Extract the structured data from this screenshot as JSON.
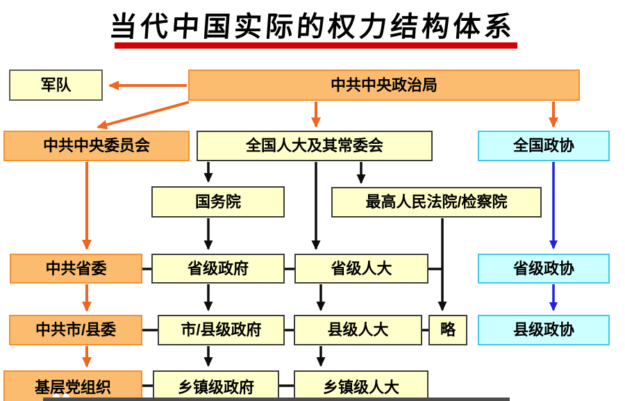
{
  "title": {
    "text": "当代中国实际的权力结构体系"
  },
  "colors": {
    "party_fill": "#FBBC70",
    "party_border": "#F2902E",
    "party_arrow": "#F1661F",
    "state_fill": "#FFFFCC",
    "state_border": "#3C3C3C",
    "army_border": "#5A5A5A",
    "state_arrow": "#0D0D0D",
    "cppcc_fill": "#CCFFFF",
    "cppcc_border": "#3FC8E8",
    "cppcc_arrow": "#2020DD",
    "title_underline": "#D40000",
    "bottom_bar": "#4D4D4D"
  },
  "nodes": {
    "jundui": {
      "label": "军队"
    },
    "zhengzhiju": {
      "label": "中共中央政治局"
    },
    "zhongweihui": {
      "label": "中共中央委员会"
    },
    "quanguo_renda": {
      "label": "全国人大及其常委会"
    },
    "quanguo_zhengxie": {
      "label": "全国政协"
    },
    "guowuyuan": {
      "label": "国务院"
    },
    "zuigao_fa_jian": {
      "label": "最高人民法院/检察院"
    },
    "shengwei": {
      "label": "中共省委"
    },
    "sheng_zhengfu": {
      "label": "省级政府"
    },
    "sheng_renda": {
      "label": "省级人大"
    },
    "sheng_zhengxie": {
      "label": "省级政协"
    },
    "shixianwei": {
      "label": "中共市/县委"
    },
    "shixian_zhengfu": {
      "label": "市/县级政府"
    },
    "xian_renda": {
      "label": "县级人大"
    },
    "lve": {
      "label": "略"
    },
    "xian_zhengxie": {
      "label": "县级政协"
    },
    "jiceng": {
      "label": "基层党组织"
    },
    "xiangzhen_zhengfu": {
      "label": "乡镇级政府"
    },
    "xiangzhen_renda": {
      "label": "乡镇级人大"
    }
  },
  "edges": [
    {
      "from": "zhengzhiju",
      "to": "jundui",
      "style": "party"
    },
    {
      "from": "zhengzhiju",
      "to": "zhongweihui",
      "style": "party"
    },
    {
      "from": "zhengzhiju",
      "to": "quanguo_renda",
      "style": "party"
    },
    {
      "from": "zhengzhiju",
      "to": "quanguo_zhengxie",
      "style": "party"
    },
    {
      "from": "zhongweihui",
      "to": "shengwei",
      "style": "party"
    },
    {
      "from": "shengwei",
      "to": "shixianwei",
      "style": "party"
    },
    {
      "from": "shixianwei",
      "to": "jiceng",
      "style": "party"
    },
    {
      "from": "quanguo_renda",
      "to": "guowuyuan",
      "style": "state"
    },
    {
      "from": "quanguo_renda",
      "to": "zuigao_fa_jian",
      "style": "state"
    },
    {
      "from": "quanguo_renda",
      "to": "sheng_renda",
      "style": "state"
    },
    {
      "from": "guowuyuan",
      "to": "sheng_zhengfu",
      "style": "state"
    },
    {
      "from": "zuigao_fa_jian",
      "to": "lve",
      "style": "state"
    },
    {
      "from": "sheng_zhengfu",
      "to": "shixian_zhengfu",
      "style": "state"
    },
    {
      "from": "sheng_renda",
      "to": "xian_renda",
      "style": "state"
    },
    {
      "from": "shixian_zhengfu",
      "to": "xiangzhen_zhengfu",
      "style": "state"
    },
    {
      "from": "xian_renda",
      "to": "xiangzhen_renda",
      "style": "state"
    },
    {
      "from": "quanguo_zhengxie",
      "to": "sheng_zhengxie",
      "style": "cppcc"
    },
    {
      "from": "sheng_zhengxie",
      "to": "xian_zhengxie",
      "style": "cppcc"
    }
  ],
  "ties": [
    [
      "shengwei",
      "sheng_zhengfu"
    ],
    [
      "sheng_zhengfu",
      "sheng_renda"
    ],
    [
      "sheng_renda",
      "lve_line"
    ],
    [
      "shixianwei",
      "shixian_zhengfu"
    ],
    [
      "shixian_zhengfu",
      "xian_renda"
    ],
    [
      "xian_renda",
      "lve"
    ],
    [
      "jiceng",
      "xiangzhen_zhengfu"
    ],
    [
      "xiangzhen_zhengfu",
      "xiangzhen_renda"
    ]
  ]
}
